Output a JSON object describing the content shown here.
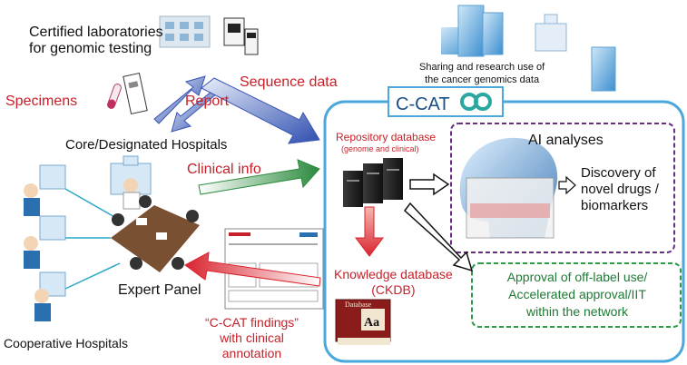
{
  "labels": {
    "certified_labs": "Certified laboratories\nfor genomic testing",
    "specimens": "Specimens",
    "report": "Report",
    "sequence_data": "Sequence data",
    "sharing": "Sharing and research use of\nthe cancer genomics data",
    "core_hospitals": "Core/Designated Hospitals",
    "clinical_info": "Clinical info",
    "expert_panel": "Expert Panel",
    "cooperative_hospitals": "Cooperative Hospitals",
    "ccat_findings": "“C-CAT findings”\nwith clinical\nannotation"
  },
  "ccat": {
    "title": "C-CAT",
    "repository_db": "Repository database",
    "repository_sub": "(genome and clinical)",
    "ai_analyses": "AI analyses",
    "discovery": "Discovery of\nnovel drugs /\nbiomarkers",
    "knowledge_db": "Knowledge database\n(CKDB)",
    "approval": "Approval of off-label use/\nAccelerated approval/IIT\nwithin the network",
    "book_title": "Database",
    "book_letters": "Aa"
  },
  "colors": {
    "ccat_border": "#4aa8dc",
    "red_text": "#c8202a",
    "green_text": "#1f7a35",
    "purple_dash": "#6b2a86",
    "green_dash": "#2e9a48"
  }
}
